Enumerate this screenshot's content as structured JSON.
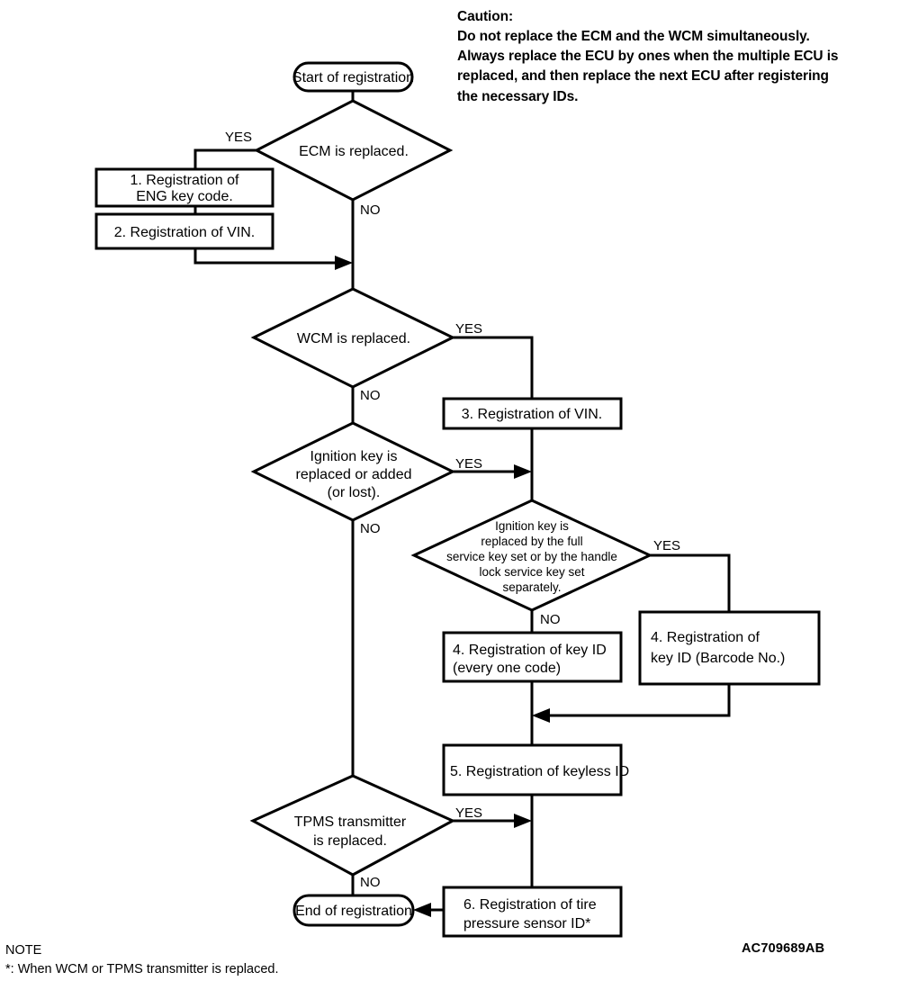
{
  "caution": {
    "heading": "Caution:",
    "lines": [
      "Do not replace the ECM and the WCM simultaneously.",
      "Always replace the ECU by ones when the multiple ECU is",
      "replaced, and then replace the next ECU after registering",
      "the necessary IDs."
    ]
  },
  "note": {
    "heading": "NOTE",
    "text": "*: When WCM or TPMS transmitter is replaced."
  },
  "reference_code": "AC709689AB",
  "flowchart": {
    "start": {
      "label": "Start of registration"
    },
    "end": {
      "label": "End of registration"
    },
    "decisions": {
      "ecm": {
        "line1": "ECM is replaced."
      },
      "wcm": {
        "line1": "WCM is replaced."
      },
      "ignition_key": {
        "line1": "Ignition key is",
        "line2": "replaced or added",
        "line3": "(or lost)."
      },
      "key_set": {
        "line1": "Ignition key is",
        "line2": "replaced by the full",
        "line3": "service key set or by the handle",
        "line4": "lock service key set",
        "line5": "separately."
      },
      "tpms": {
        "line1": "TPMS transmitter",
        "line2": "is replaced."
      }
    },
    "processes": {
      "step1": {
        "line1": "1. Registration of",
        "line2": "ENG key code."
      },
      "step2": {
        "line1": "2. Registration of VIN."
      },
      "step3": {
        "line1": "3. Registration of VIN."
      },
      "step4_every": {
        "line1": "4. Registration of key ID",
        "line2": "(every one code)"
      },
      "step4_barcode": {
        "line1": "4. Registration of",
        "line2": "key ID (Barcode No.)"
      },
      "step5": {
        "line1": "5. Registration of keyless ID"
      },
      "step6": {
        "line1": "6. Registration of tire",
        "line2": "pressure sensor ID*"
      }
    },
    "branch_labels": {
      "ecm_yes": "YES",
      "ecm_no": "NO",
      "wcm_yes": "YES",
      "wcm_no": "NO",
      "ignition_yes": "YES",
      "ignition_no": "NO",
      "keyset_yes": "YES",
      "keyset_no": "NO",
      "tpms_yes": "YES",
      "tpms_no": "NO"
    }
  }
}
